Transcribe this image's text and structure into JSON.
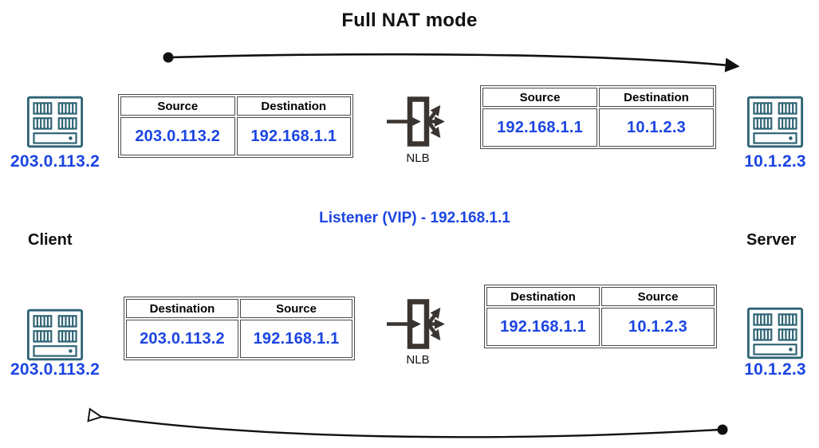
{
  "title": "Full NAT mode",
  "labels": {
    "client": "Client",
    "server": "Server",
    "nlb": "NLB",
    "listener": "Listener (VIP) - 192.168.1.1"
  },
  "nodes": {
    "client_top": {
      "ip": "203.0.113.2"
    },
    "server_top": {
      "ip": "10.1.2.3"
    },
    "client_bottom": {
      "ip": "203.0.113.2"
    },
    "server_bottom": {
      "ip": "10.1.2.3"
    }
  },
  "tables": {
    "request_left": {
      "headers": [
        "Source",
        "Destination"
      ],
      "values": [
        "203.0.113.2",
        "192.168.1.1"
      ]
    },
    "request_right": {
      "headers": [
        "Source",
        "Destination"
      ],
      "values": [
        "192.168.1.1",
        "10.1.2.3"
      ]
    },
    "response_left": {
      "headers": [
        "Destination",
        "Source"
      ],
      "values": [
        "203.0.113.2",
        "192.168.1.1"
      ]
    },
    "response_right": {
      "headers": [
        "Destination",
        "Source"
      ],
      "values": [
        "192.168.1.1",
        "10.1.2.3"
      ]
    }
  },
  "icons": {
    "host": "server-rack-icon",
    "nlb": "load-balancer-icon",
    "request_arrow": "curved-arrow-right",
    "response_arrow": "curved-arrow-left"
  },
  "colors": {
    "ip_blue": "#1b45e2",
    "host_icon_teal": "#2d6374",
    "nlb_icon_dark": "#3a3531",
    "table_border": "#4a4a4a",
    "text_black": "#111111"
  }
}
